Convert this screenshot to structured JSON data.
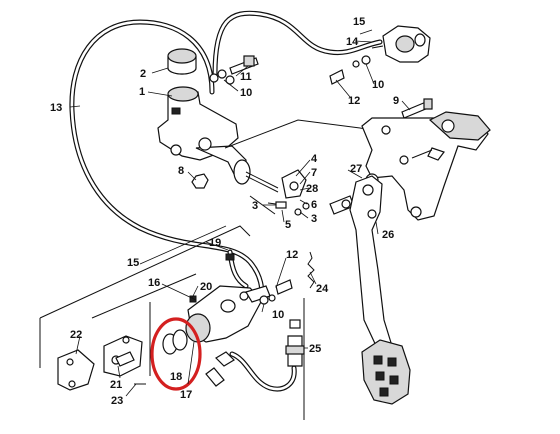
{
  "callouts": [
    {
      "id": "c1",
      "text": "1"
    },
    {
      "id": "c2",
      "text": "2"
    },
    {
      "id": "c3a",
      "text": "3"
    },
    {
      "id": "c3b",
      "text": "3"
    },
    {
      "id": "c4",
      "text": "4"
    },
    {
      "id": "c5",
      "text": "5"
    },
    {
      "id": "c6",
      "text": "6"
    },
    {
      "id": "c7",
      "text": "7"
    },
    {
      "id": "c8",
      "text": "8"
    },
    {
      "id": "c9",
      "text": "9"
    },
    {
      "id": "c10a",
      "text": "10"
    },
    {
      "id": "c10b",
      "text": "10"
    },
    {
      "id": "c10c",
      "text": "10"
    },
    {
      "id": "c11",
      "text": "11"
    },
    {
      "id": "c12a",
      "text": "12"
    },
    {
      "id": "c12b",
      "text": "12"
    },
    {
      "id": "c13",
      "text": "13"
    },
    {
      "id": "c14",
      "text": "14"
    },
    {
      "id": "c15a",
      "text": "15"
    },
    {
      "id": "c15b",
      "text": "15"
    },
    {
      "id": "c16",
      "text": "16"
    },
    {
      "id": "c17",
      "text": "17"
    },
    {
      "id": "c18",
      "text": "18"
    },
    {
      "id": "c19",
      "text": "19"
    },
    {
      "id": "c20",
      "text": "20"
    },
    {
      "id": "c21",
      "text": "21"
    },
    {
      "id": "c22",
      "text": "22"
    },
    {
      "id": "c23",
      "text": "23"
    },
    {
      "id": "c24",
      "text": "24"
    },
    {
      "id": "c25",
      "text": "25"
    },
    {
      "id": "c26",
      "text": "26"
    },
    {
      "id": "c27",
      "text": "27"
    },
    {
      "id": "c28",
      "text": "28"
    }
  ],
  "highlight": {
    "color": "#d42020",
    "target": "18"
  },
  "colors": {
    "line": "#111111",
    "background": "#ffffff"
  }
}
